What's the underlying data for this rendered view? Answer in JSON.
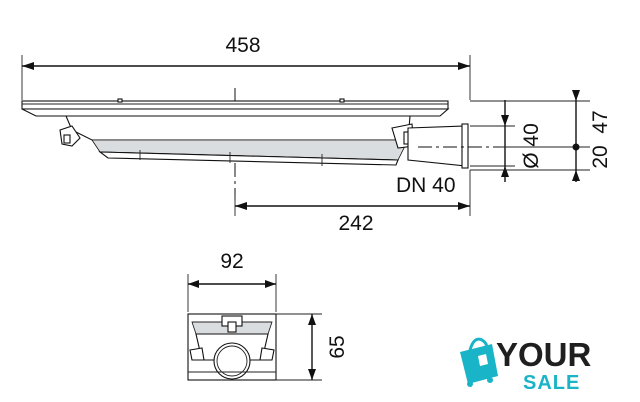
{
  "dimensions": {
    "overall_length": "458",
    "outlet_length": "242",
    "outlet_diameter": "Ø 40",
    "outlet_standard": "DN 40",
    "outlet_height_center": "20",
    "total_height": "47",
    "channel_width": "92",
    "channel_height": "65"
  },
  "logo": {
    "word_main": "YOUR",
    "word_sub": "SALE",
    "icon": "shopping-bag-icon",
    "accent_color": "#19b4c7"
  },
  "colors": {
    "line": "#111111",
    "shading": "#d9dde0"
  }
}
